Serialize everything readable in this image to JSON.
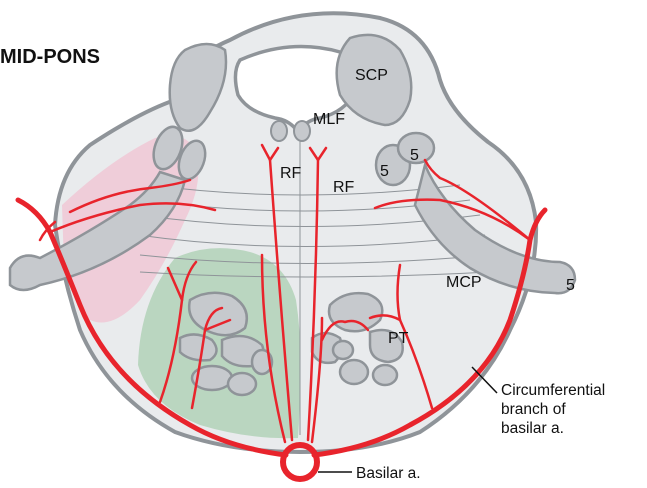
{
  "title": "MID-PONS",
  "labels": {
    "scp": "SCP",
    "mlf": "MLF",
    "rf_left": "RF",
    "rf_right": "RF",
    "nerve5_a": "5",
    "nerve5_b": "5",
    "nerve5_root": "5",
    "mcp": "MCP",
    "pt": "PT"
  },
  "callouts": {
    "circumferential": [
      "Circumferential",
      "branch of",
      "basilar a."
    ],
    "basilar": "Basilar a."
  },
  "colors": {
    "artery": "#e8242c",
    "outline": "#8f9499",
    "tissue": "#e9ebed",
    "structure": "#c6c9cd",
    "corticospinal_zone": "#a9cfb0",
    "lateral_zone": "#f0c3d2"
  }
}
